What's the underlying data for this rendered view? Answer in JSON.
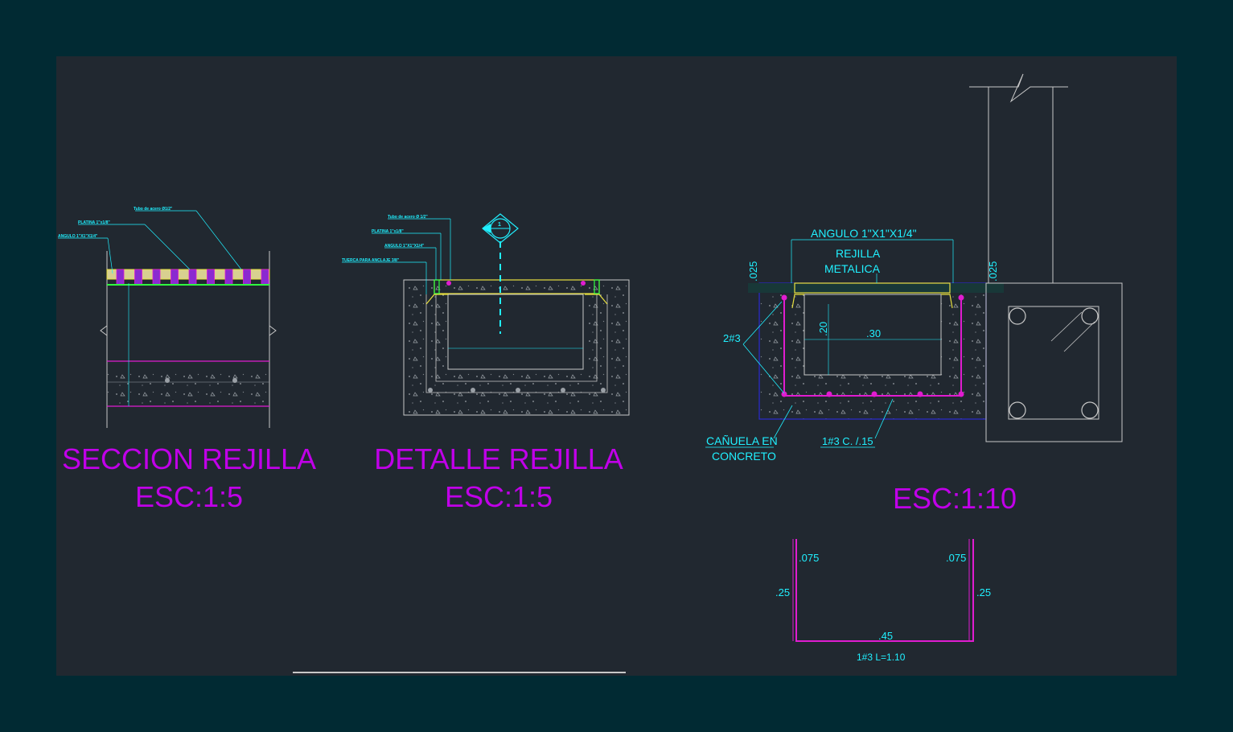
{
  "colors": {
    "background": "#012a33",
    "sheet": "#212830",
    "title": "#c000e8",
    "annotation": "#20f0ff",
    "rebar": "#e01cd0",
    "grating": "#e8e040",
    "concrete": "#9aa0a6",
    "frame": "#2a2ad0"
  },
  "views": {
    "seccion": {
      "title": "SECCION REJILLA",
      "scale": "ESC:1:5",
      "notes": [
        "Tubo de acero Ø1/2\"",
        "PLATINA 1\"x1/8\"",
        "ANGULO 1\"X1\"X1/4\""
      ]
    },
    "detalle": {
      "title": "DETALLE REJILLA",
      "scale": "ESC:1:5",
      "notes": [
        "Tubo de acero Ø 1/2\"",
        "PLATINA 1\"x1/8\"",
        "ANGULO 1\"X1\"X1/4\"",
        "TUERCA PARA ANCLAJE 3/8\""
      ],
      "section_marker": "1"
    },
    "canuela": {
      "scale": "ESC:1:10",
      "labels": {
        "angulo": "ANGULO 1\"X1\"X1/4\"",
        "rejilla_1": "REJILLA",
        "rejilla_2": "METALICA",
        "bars": "2#3",
        "canuela_1": "CAÑUELA EN",
        "canuela_2": "CONCRETO",
        "stirrups": "1#3 C. /.15",
        "dim_left": ".025",
        "dim_right": ".025",
        "dim_depth": ".20",
        "dim_width": ".30"
      }
    },
    "bar_detail": {
      "dim_hook_left": ".075",
      "dim_hook_right": ".075",
      "dim_leg_left": ".25",
      "dim_leg_right": ".25",
      "dim_base": ".45",
      "caption": "1#3  L=1.10"
    }
  }
}
